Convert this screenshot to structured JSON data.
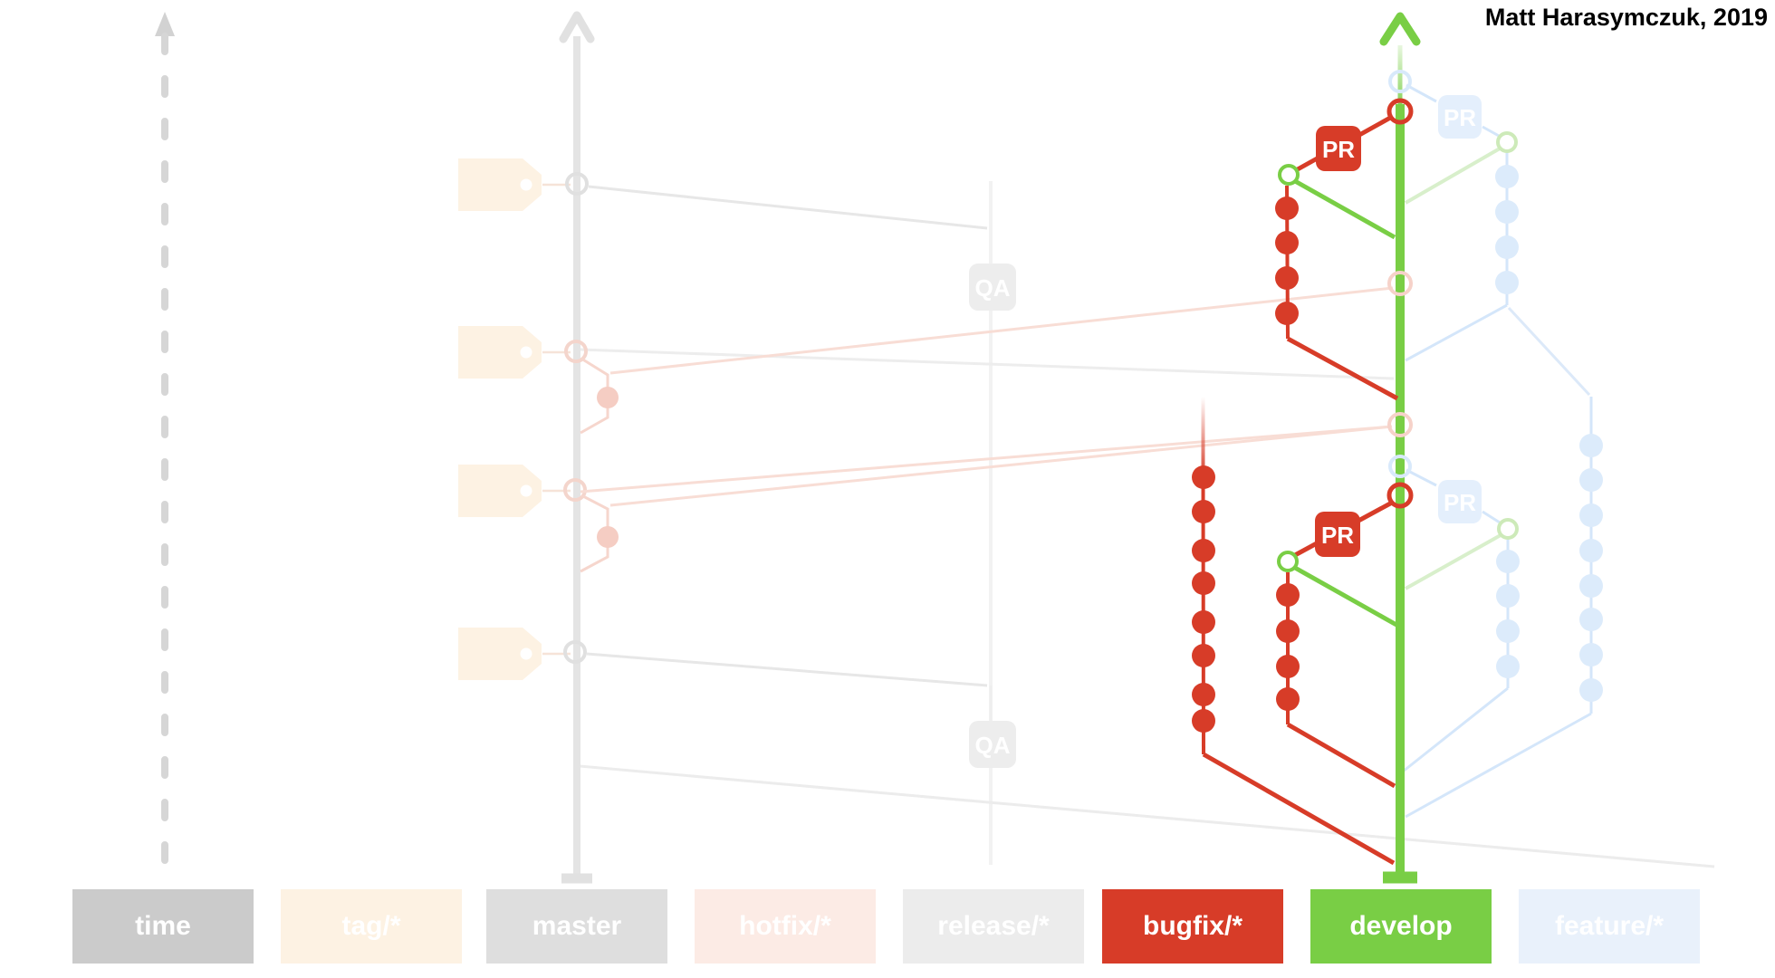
{
  "attribution": "Matt Harasymczuk, 2019",
  "badges": {
    "pull_request": "PR",
    "quality_assurance": "QA"
  },
  "branch_labels": [
    {
      "id": "time",
      "label": "time",
      "bg": "#cbcbcb",
      "text": "#ffffff",
      "highlighted": false
    },
    {
      "id": "tag",
      "label": "tag/*",
      "bg": "#fdf2e3",
      "text": "#ffffff",
      "highlighted": false
    },
    {
      "id": "master",
      "label": "master",
      "bg": "#dedede",
      "text": "#ffffff",
      "highlighted": false
    },
    {
      "id": "hotfix",
      "label": "hotfix/*",
      "bg": "#fcebe5",
      "text": "#ffffff",
      "highlighted": false
    },
    {
      "id": "release",
      "label": "release/*",
      "bg": "#ececec",
      "text": "#ffffff",
      "highlighted": false
    },
    {
      "id": "bugfix",
      "label": "bugfix/*",
      "bg": "#d73c28",
      "text": "#ffffff",
      "highlighted": true
    },
    {
      "id": "develop",
      "label": "develop",
      "bg": "#79ce45",
      "text": "#ffffff",
      "highlighted": true
    },
    {
      "id": "feature",
      "label": "feature/*",
      "bg": "#e9f1fb",
      "text": "#ffffff",
      "highlighted": false
    }
  ],
  "colors": {
    "bugfix_red": "#d73c28",
    "develop_green": "#79ce45",
    "faded_pink": "#f6d6cd",
    "faded_blue": "#d9e9fb",
    "faded_gray": "#e4e4e4",
    "qa_badge_gray": "#ededed"
  },
  "diagram": {
    "type": "git-flow branching diagram, time flows upward",
    "highlighted_branches": [
      "bugfix/*",
      "develop"
    ],
    "bugfix_branches": [
      {
        "commits": 4,
        "merged_via": "PR",
        "merge_target": "develop",
        "status": "merged"
      },
      {
        "commits": 4,
        "merged_via": "PR",
        "merge_target": "develop",
        "status": "merged"
      },
      {
        "commits": 8,
        "merged_via": null,
        "merge_target": "develop",
        "status": "in-progress"
      }
    ],
    "feature_branches_faded": [
      {
        "commits": 4,
        "merged_via": "PR",
        "merge_target": "develop"
      },
      {
        "commits": 4,
        "merged_via": "PR",
        "merge_target": "develop"
      },
      {
        "commits": 8,
        "merged_via": null,
        "merge_target": "develop"
      }
    ],
    "hotfix_commits_faded": 2,
    "master_merge_commits_faded": 4,
    "version_tags_faded": 4,
    "qa_gates_on_release": 2
  }
}
